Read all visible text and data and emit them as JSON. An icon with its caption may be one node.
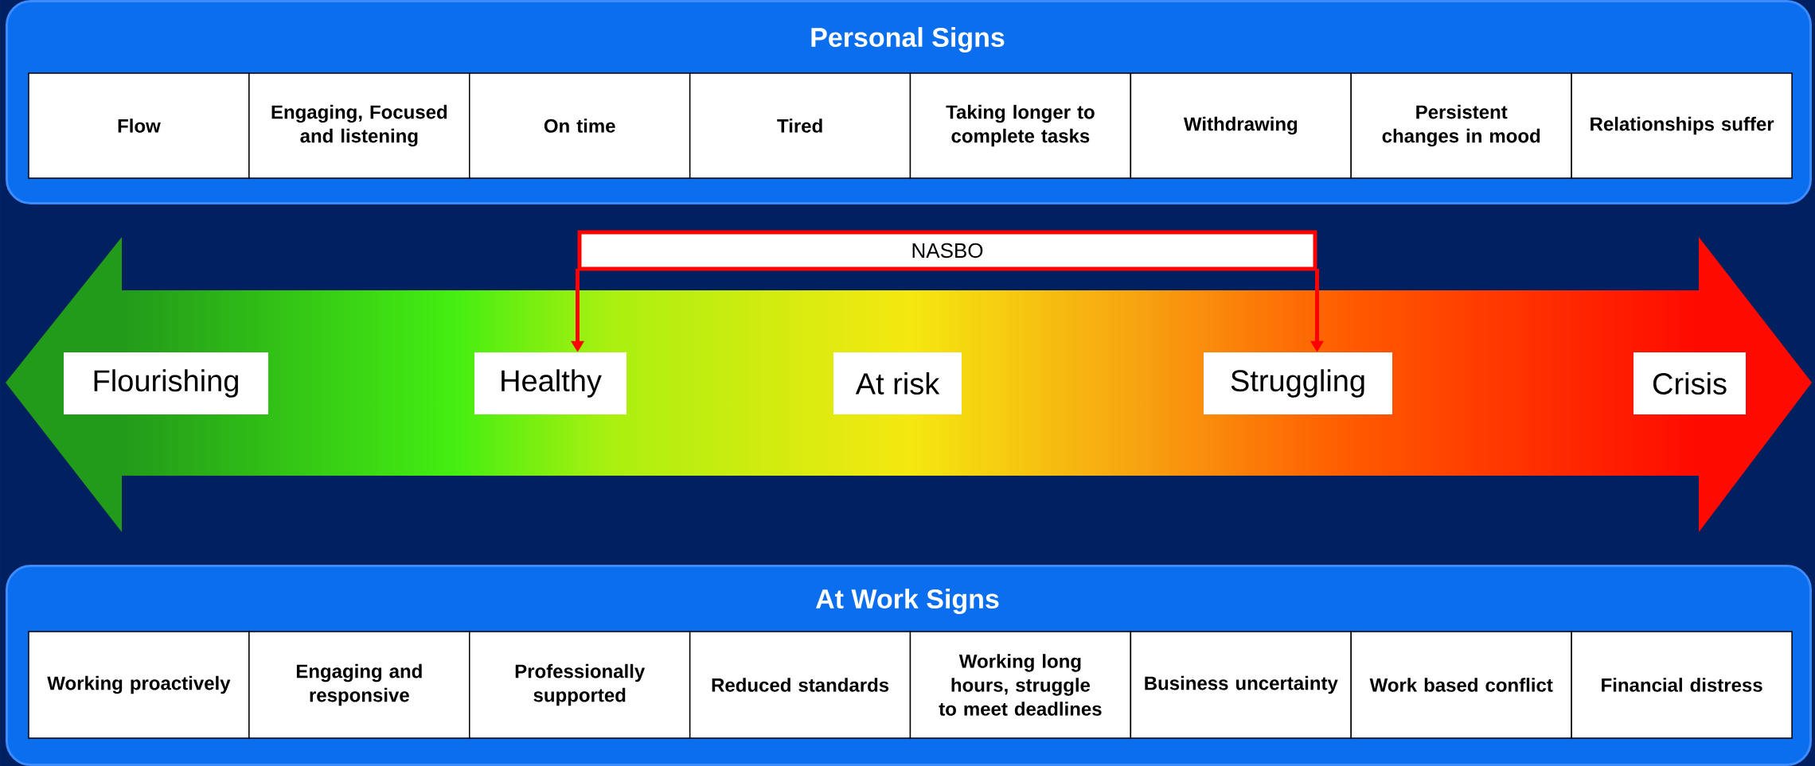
{
  "diagram": {
    "nodes": [
      {
        "text": [
          "Personal Signs"
        ]
      },
      {
        "text": [
          "Flow"
        ],
        "in": 0
      },
      {
        "text": [
          "Engaging, Focused and listening"
        ],
        "in": 0
      },
      {
        "text": [
          "On time"
        ],
        "in": 0
      },
      {
        "text": [
          "Tired"
        ],
        "in": 0
      },
      {
        "text": [
          "Taking longer to complete tasks"
        ],
        "in": 0
      },
      {
        "text": [
          "Withdrawing"
        ],
        "in": 0
      },
      {
        "text": [
          "Persistent changes in mood"
        ],
        "in": 0
      },
      {
        "text": [
          "Relationships suffer"
        ],
        "in": 0
      },
      {
        "text": [
          "NASBO"
        ]
      },
      {
        "text": [
          "Flourishing"
        ]
      },
      {
        "text": [
          "Healthy"
        ]
      },
      {
        "text": [
          "At risk"
        ]
      },
      {
        "text": [
          "Struggling"
        ]
      },
      {
        "text": [
          "Crisis"
        ]
      },
      {
        "text": [
          "At Work Signs"
        ]
      },
      {
        "text": [
          "Working proactively"
        ],
        "in": 15
      },
      {
        "text": [
          "Engaging and responsive"
        ],
        "in": 15
      },
      {
        "text": [
          "Professionally supported"
        ],
        "in": 15
      },
      {
        "text": [
          "Reduced standards"
        ],
        "in": 15
      },
      {
        "text": [
          "Working long hours, struggle to meet deadlines"
        ],
        "in": 15
      },
      {
        "text": [
          "Business uncertainty"
        ],
        "in": 15
      },
      {
        "text": [
          "Work based conflict"
        ],
        "in": 15
      },
      {
        "text": [
          "Financial distress"
        ],
        "in": 15
      }
    ],
    "edges": [
      {
        "from": 9,
        "to": 11,
        "arrow": "to"
      },
      {
        "from": 9,
        "to": 13,
        "arrow": "to"
      }
    ]
  }
}
